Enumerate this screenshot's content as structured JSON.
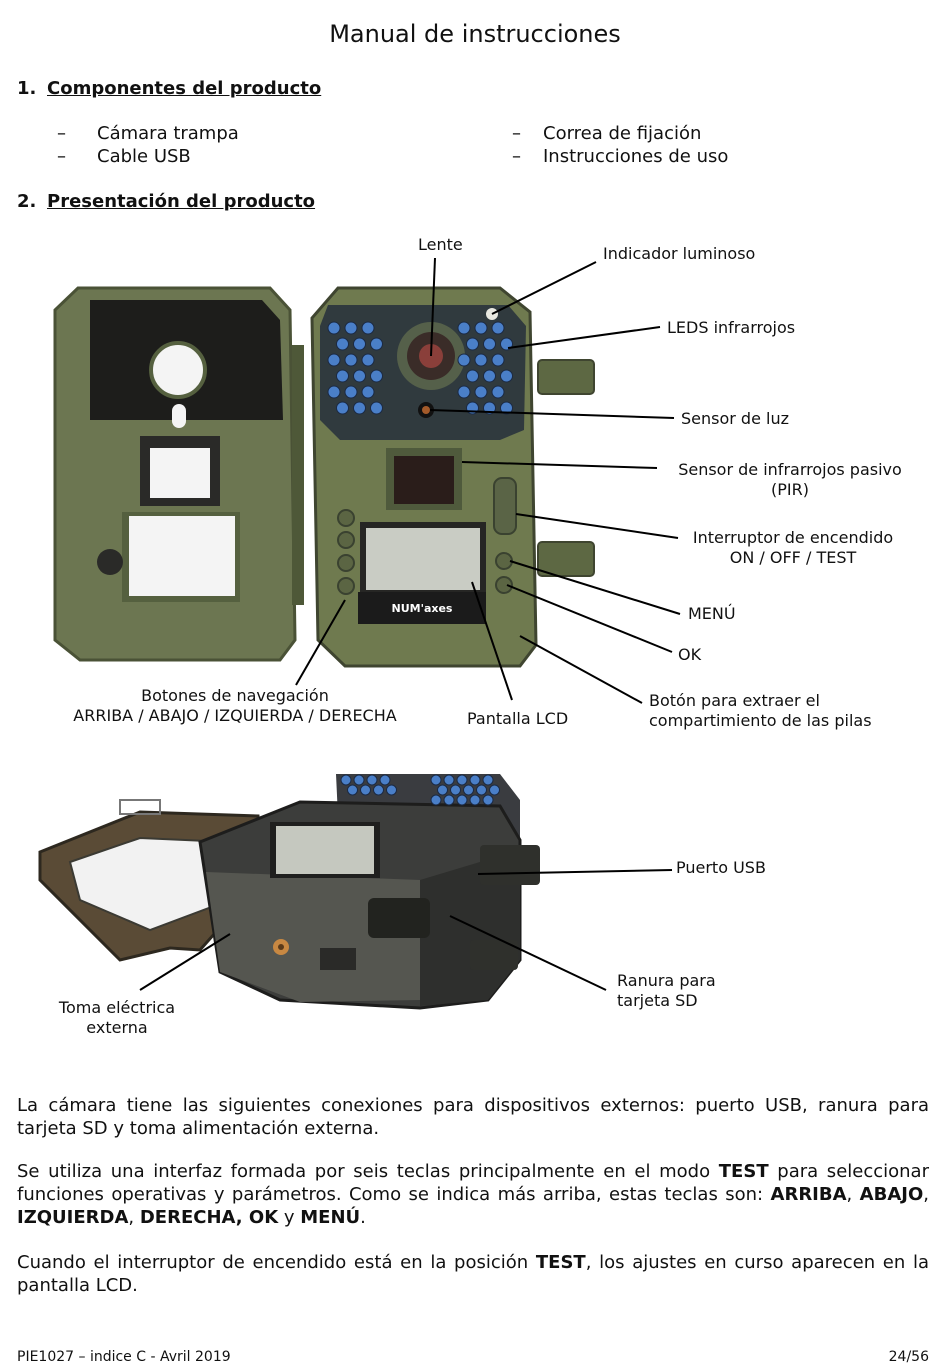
{
  "title": "Manual de instrucciones",
  "section1": {
    "number": "1.",
    "heading": "Componentes del producto"
  },
  "components": {
    "left": [
      "Cámara trampa",
      "Cable USB"
    ],
    "right": [
      "Correa de fijación",
      "Instrucciones de uso"
    ],
    "dash": "–"
  },
  "section2": {
    "number": "2.",
    "heading": "Presentación del producto"
  },
  "front_labels": {
    "lente": "Lente",
    "indicador": "Indicador luminoso",
    "leds": "LEDS infrarrojos",
    "sensor_luz": "Sensor de luz",
    "pir_line1": "Sensor de infrarrojos pasivo",
    "pir_line2": "(PIR)",
    "switch_line1": "Interruptor de encendido",
    "switch_line2": "ON / OFF / TEST",
    "menu": "MENÚ",
    "ok": "OK",
    "nav_line1": "Botones de navegación",
    "nav_line2": "ARRIBA / ABAJO / IZQUIERDA / DERECHA",
    "lcd": "Pantalla LCD",
    "battery_line1": "Botón para extraer el",
    "battery_line2": "compartimiento de las pilas",
    "brand": "NUM'axes"
  },
  "bottom_labels": {
    "usb": "Puerto USB",
    "sd_line1": "Ranura para",
    "sd_line2": "tarjeta SD",
    "power_line1": "Toma eléctrica",
    "power_line2": "externa"
  },
  "paragraphs": {
    "p1": "La cámara tiene las siguientes conexiones para dispositivos externos: puerto USB, ranura para tarjeta SD y toma alimentación externa.",
    "p2_a": "Se utiliza una interfaz formada por seis teclas principalmente en el modo ",
    "p2_b": "TEST",
    "p2_c": " para seleccionar funciones operativas y parámetros. Como se indica más arriba, estas teclas son: ",
    "p2_d": "ARRIBA",
    "p2_e": ", ",
    "p2_f": "ABAJO",
    "p2_g": ", ",
    "p2_h": "IZQUIERDA",
    "p2_i": ", ",
    "p2_j": "DERECHA, OK",
    "p2_k": " y ",
    "p2_l": "MENÚ",
    "p2_m": ".",
    "p3_a": "Cuando el interruptor de encendido está en la posición ",
    "p3_b": "TEST",
    "p3_c": ", los ajustes en curso aparecen en la pantalla LCD."
  },
  "footer": {
    "left": "PIE1027 – indice C - Avril 2019",
    "right": "24/56"
  },
  "colors": {
    "camera_green": "#6f7a4f",
    "camera_dark": "#3b3b35",
    "led_blue": "#4a7fc8"
  }
}
